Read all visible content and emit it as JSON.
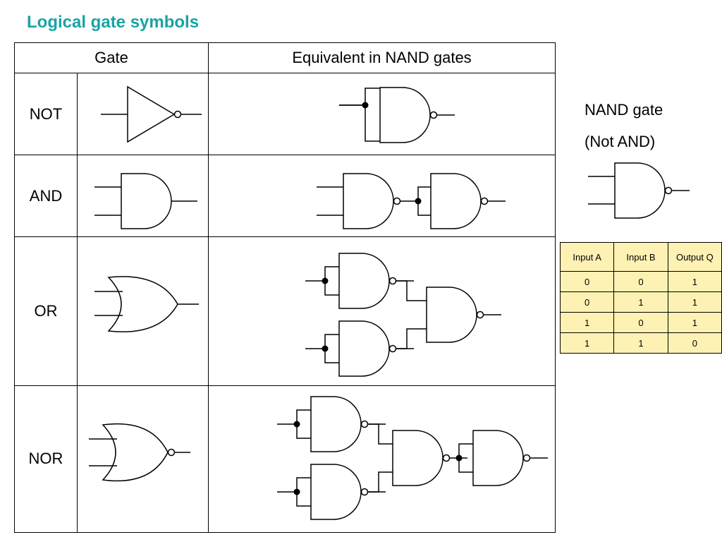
{
  "title": "Logical gate symbols",
  "table": {
    "headers": {
      "gate": "Gate",
      "equivalent": "Equivalent in NAND gates"
    },
    "rows": [
      {
        "name": "NOT",
        "symbol": "not-gate",
        "equivalent": "nand-not"
      },
      {
        "name": "AND",
        "symbol": "and-gate",
        "equivalent": "nand-and"
      },
      {
        "name": "OR",
        "symbol": "or-gate",
        "equivalent": "nand-or"
      },
      {
        "name": "NOR",
        "symbol": "nor-gate",
        "equivalent": "nand-nor"
      }
    ]
  },
  "nand": {
    "caption_line1": "NAND gate",
    "caption_line2": "(Not AND)"
  },
  "truth_table": {
    "headers": [
      "Input A",
      "Input B",
      "Output Q"
    ],
    "rows": [
      [
        "0",
        "0",
        "1"
      ],
      [
        "0",
        "1",
        "1"
      ],
      [
        "1",
        "0",
        "1"
      ],
      [
        "1",
        "1",
        "0"
      ]
    ]
  },
  "colors": {
    "title": "#1aa3a3",
    "truth_table_bg": "#fdf2b4"
  }
}
